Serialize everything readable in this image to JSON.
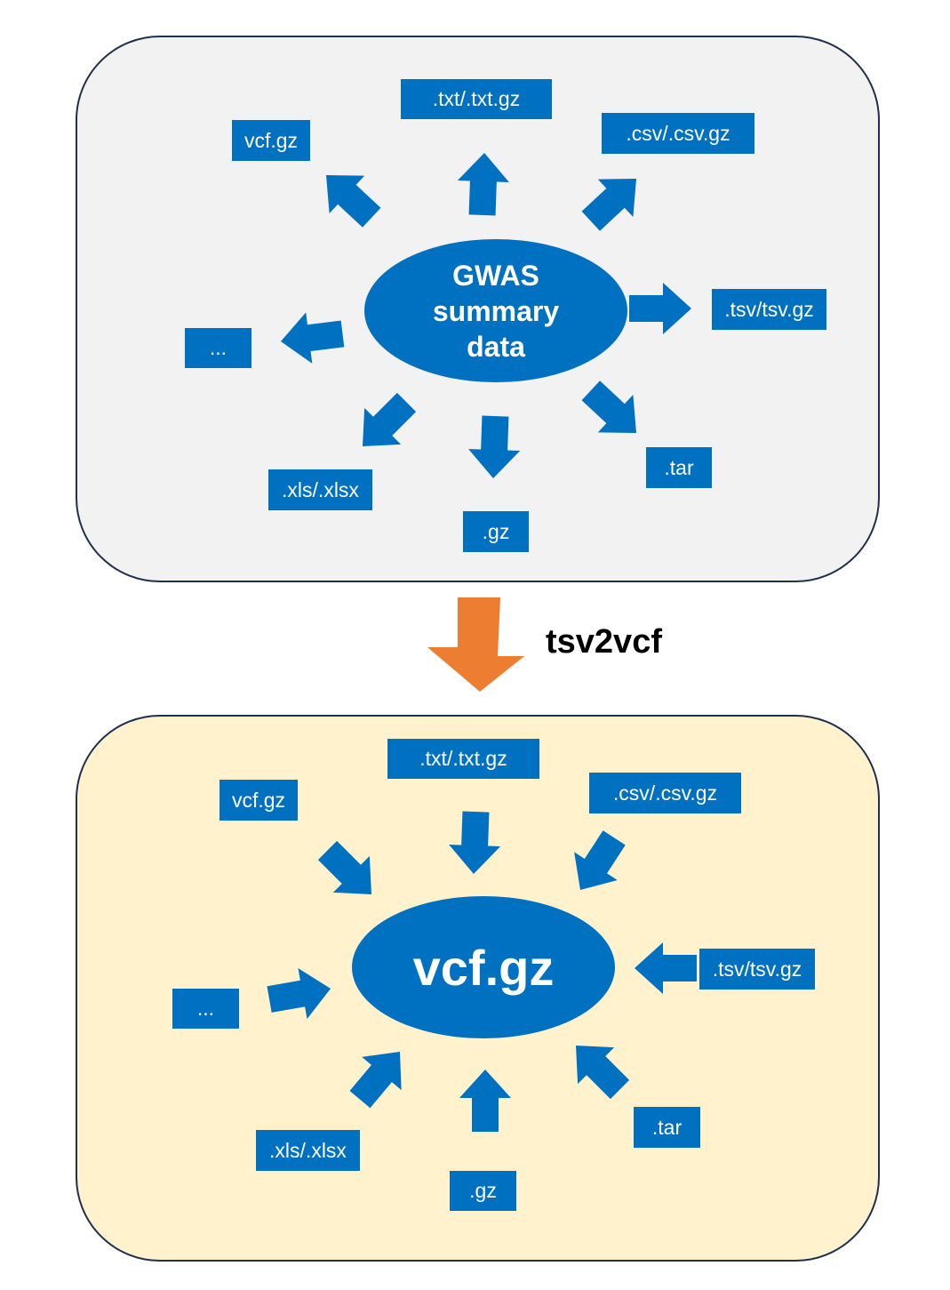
{
  "top_panel": {
    "hub_lines": [
      "GWAS",
      "summary",
      "data"
    ],
    "formats": {
      "vcf": "vcf.gz",
      "txt": ".txt/.txt.gz",
      "csv": ".csv/.csv.gz",
      "tsv": ".tsv/tsv.gz",
      "other": "...",
      "xls": ".xls/.xlsx",
      "gz": ".gz",
      "tar": ".tar"
    }
  },
  "conversion_step": "tsv2vcf",
  "bottom_panel": {
    "hub": "vcf.gz",
    "formats": {
      "vcf": "vcf.gz",
      "txt": ".txt/.txt.gz",
      "csv": ".csv/.csv.gz",
      "tsv": ".tsv/tsv.gz",
      "other": "...",
      "xls": ".xls/.xlsx",
      "gz": ".gz",
      "tar": ".tar"
    }
  },
  "colors": {
    "blue": "#0070c0",
    "orange": "#ed7d31",
    "top_panel_fill": "#f2f2f2",
    "bottom_panel_fill": "#fff2cc",
    "panel_border": "#1f2f4f"
  }
}
